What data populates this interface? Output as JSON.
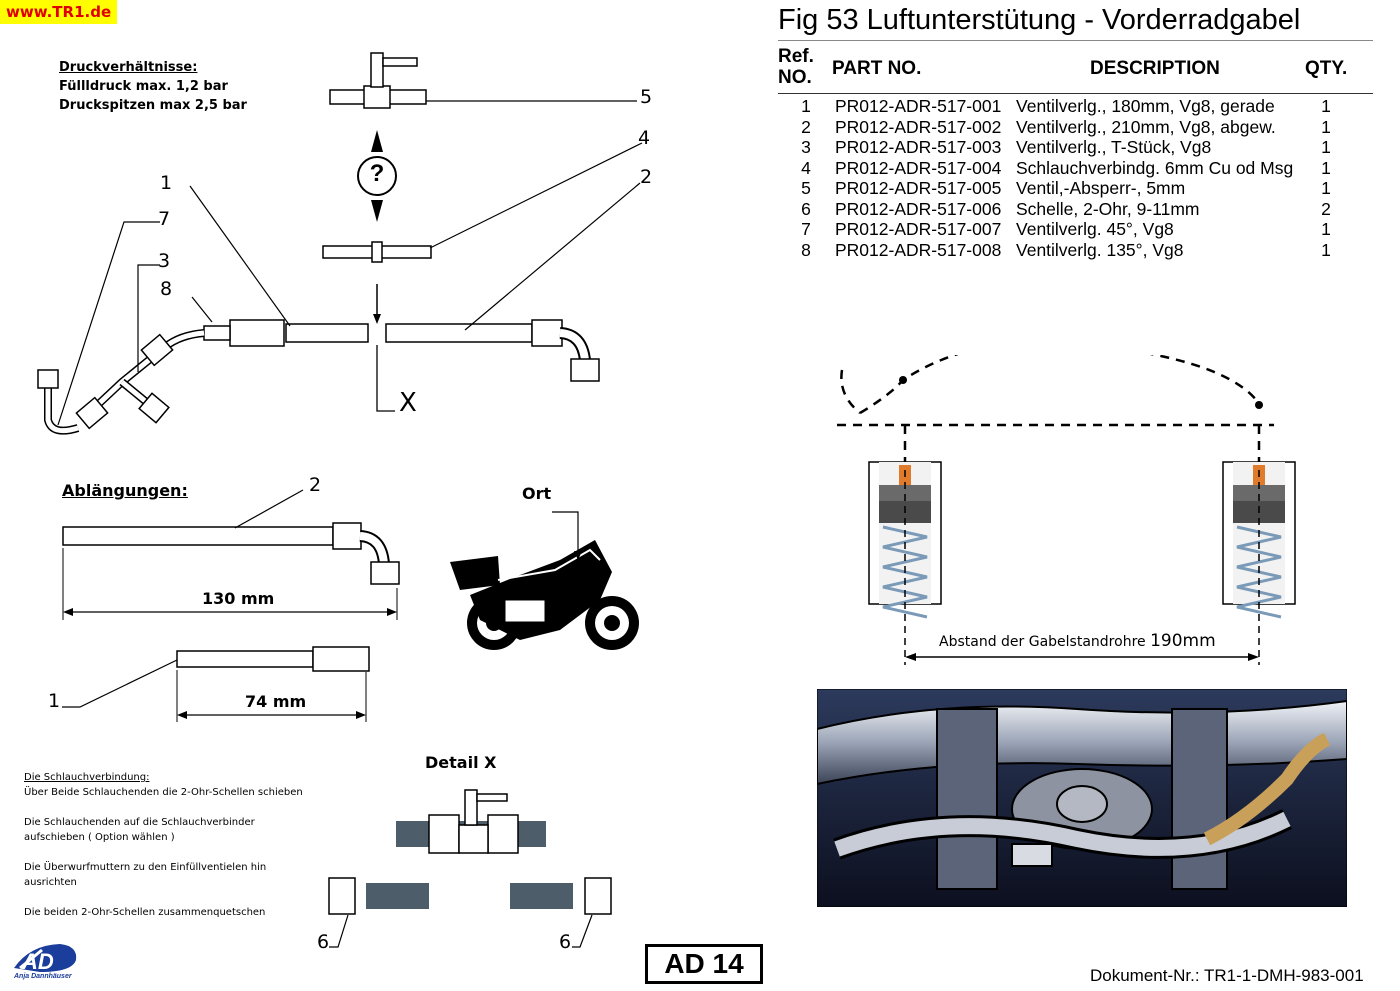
{
  "site_label": "www.TR1.de",
  "title": "Fig 53 Luftunterstütung - Vorderradgabel",
  "table": {
    "headers": {
      "ref_line1": "Ref.",
      "ref_line2": "NO.",
      "part": "PART NO.",
      "desc": "DESCRIPTION",
      "qty": "QTY."
    },
    "rows": [
      {
        "ref": "1",
        "part": "PR012-ADR-517-001",
        "desc": "Ventilverlg., 180mm, Vg8, gerade",
        "qty": "1"
      },
      {
        "ref": "2",
        "part": "PR012-ADR-517-002",
        "desc": "Ventilverlg., 210mm, Vg8, abgew.",
        "qty": "1"
      },
      {
        "ref": "3",
        "part": "PR012-ADR-517-003",
        "desc": "Ventilverlg., T-Stück, Vg8",
        "qty": "1"
      },
      {
        "ref": "4",
        "part": "PR012-ADR-517-004",
        "desc": "Schlauchverbindg. 6mm Cu od Msg",
        "qty": "1"
      },
      {
        "ref": "5",
        "part": "PR012-ADR-517-005",
        "desc": "Ventil,-Absperr-, 5mm",
        "qty": "1"
      },
      {
        "ref": "6",
        "part": "PR012-ADR-517-006",
        "desc": "Schelle, 2-Ohr, 9-11mm",
        "qty": "2"
      },
      {
        "ref": "7",
        "part": "PR012-ADR-517-007",
        "desc": "Ventilverlg. 45°, Vg8",
        "qty": "1"
      },
      {
        "ref": "8",
        "part": "PR012-ADR-517-008",
        "desc": "Ventilverlg. 135°, Vg8",
        "qty": "1"
      }
    ]
  },
  "pressure": {
    "heading": "Druckverhältnisse:",
    "line1": "Füllldruck max. 1,2 bar",
    "line2": "Druckspitzen max 2,5 bar"
  },
  "callouts": {
    "n1": "1",
    "n2": "2",
    "n3": "3",
    "n4": "4",
    "n5": "5",
    "n6": "6",
    "n7": "7",
    "n8": "8",
    "question": "?",
    "x_mark": "X"
  },
  "ablaengungen": {
    "heading": "Ablängungen:",
    "len_130": "130 mm",
    "len_74": "74 mm"
  },
  "ort_label": "Ort",
  "fork_label": "Abstand der Gabelstandrohre",
  "fork_distance": "190mm",
  "detail_label": "Detail X",
  "instructions": {
    "heading": "Die Schlauchverbindung:",
    "s1": "Über Beide Schlauchenden die 2-Ohr-Schellen schieben",
    "s2a": "Die Schlauchenden auf die Schlauchverbinder",
    "s2b": "aufschieben ( Option wählen )",
    "s3a": "Die Überwurfmuttern zu den Einfüllventielen hin",
    "s3b": "ausrichten",
    "s4": "Die beiden 2-Ohr-Schellen zusammenquetschen"
  },
  "logo": {
    "letters": "AD",
    "caption": "Anja Dannhäuser"
  },
  "page_box": "AD 14",
  "doc_number": "Dokument-Nr.: TR1-1-DMH-983-001",
  "colors": {
    "site_bg": "#ffff00",
    "site_text": "#e00000",
    "logo_blue": "#1b3d9b",
    "valve_orange": "#e07b2c"
  }
}
